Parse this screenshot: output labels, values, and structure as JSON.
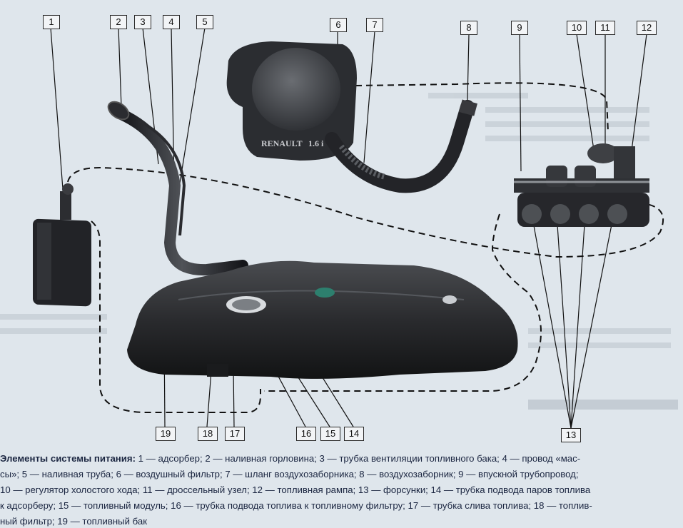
{
  "callouts": [
    "1",
    "2",
    "3",
    "4",
    "5",
    "6",
    "7",
    "8",
    "9",
    "10",
    "11",
    "12",
    "13",
    "14",
    "15",
    "16",
    "17",
    "18",
    "19"
  ],
  "logo": {
    "brand": "RENAULT",
    "model": "1.6 i"
  },
  "caption": {
    "title": "Элементы системы питания:",
    "lines": [
      "1 — адсорбер; 2 — наливная горловина; 3 — трубка вентиляции топливного бака; 4 — провод «мас-",
      "сы»; 5 — наливная труба; 6 — воздушный фильтр; 7 — шланг воздухозаборника; 8 — воздухозаборник; 9 — впускной трубопровод;",
      "10 — регулятор холостого хода; 11 — дроссельный узел; 12 — топливная рампа; 13 — форсунки; 14 — трубка подвода паров топлива",
      "к адсорберу; 15 — топливный модуль; 16 — трубка подвода топлива к топливному фильтру; 17 — трубка слива топлива; 18 — топлив-",
      "ный фильтр; 19 — топливный бак"
    ]
  },
  "colors": {
    "background": "#dfe6ec",
    "parts": "#1c1d20",
    "caption_text": "#1a2540",
    "dashed": "#111111"
  }
}
